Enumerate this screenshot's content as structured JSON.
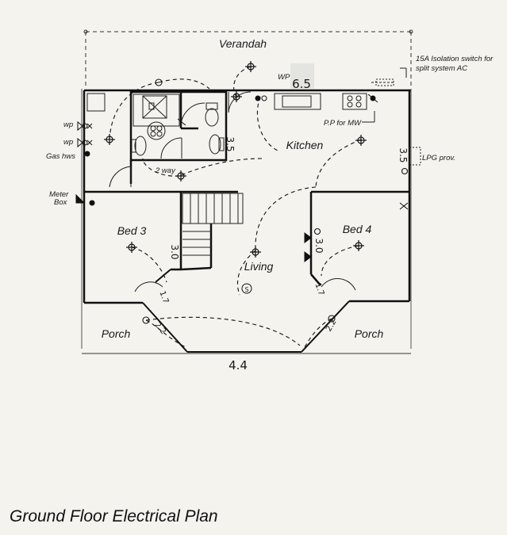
{
  "title": "Ground Floor Electrical Plan",
  "rooms": {
    "verandah": "Verandah",
    "kitchen": "Kitchen",
    "bed3": "Bed 3",
    "bed4": "Bed 4",
    "living": "Living",
    "porch_left": "Porch",
    "porch_right": "Porch"
  },
  "annotations": {
    "isolation_line1": "15A Isolation switch for",
    "isolation_line2": "split system AC",
    "wp_top": "WP",
    "pp_mw": "P.P for MW",
    "lpg": "LPG prov.",
    "wp_left1": "wp",
    "wp_left2": "wp",
    "gas_hws": "Gas hws",
    "meter_line1": "Meter",
    "meter_line2": "Box",
    "two_way": "2 way",
    "smoke": "S"
  },
  "dimensions": {
    "width_top": "6.5",
    "width_bottom": "4.4",
    "kitchen_right": "3.5",
    "bath_height": "3.5",
    "bed3_height": "3.0",
    "bed4_height": "3.0",
    "porch_left_a": "1.7",
    "porch_left_b": "2.2",
    "porch_right_a": "1.7",
    "porch_right_b": "2.2"
  }
}
